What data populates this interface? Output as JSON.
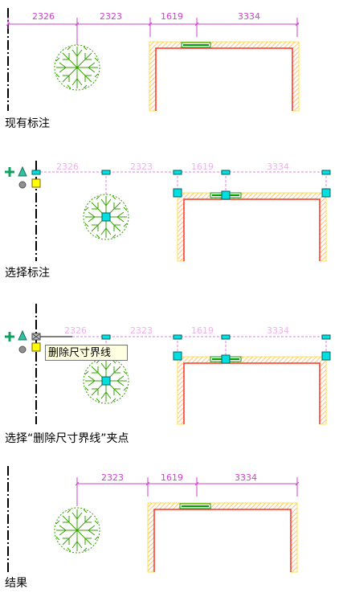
{
  "panels": [
    {
      "caption": "现有标注",
      "dims": [
        "2326",
        "2323",
        "1619",
        "3334"
      ]
    },
    {
      "caption": "选择标注",
      "dims": [
        "2326",
        "2323",
        "1619",
        "3334"
      ]
    },
    {
      "caption": "选择“删除尺寸界线”夹点",
      "dims": [
        "2326",
        "2323",
        "1619",
        "3334"
      ]
    },
    {
      "caption": "结果",
      "dims": [
        "2323",
        "1619",
        "3334"
      ]
    }
  ],
  "tooltip": "删除尺寸界线",
  "colors": {
    "dimension": "#d040d0",
    "wall": "#ff3020",
    "hatch": "#ffb060",
    "tree": "#33a000",
    "window": "#00a000",
    "grip": "#00e0e0",
    "centerline": "#000000"
  }
}
